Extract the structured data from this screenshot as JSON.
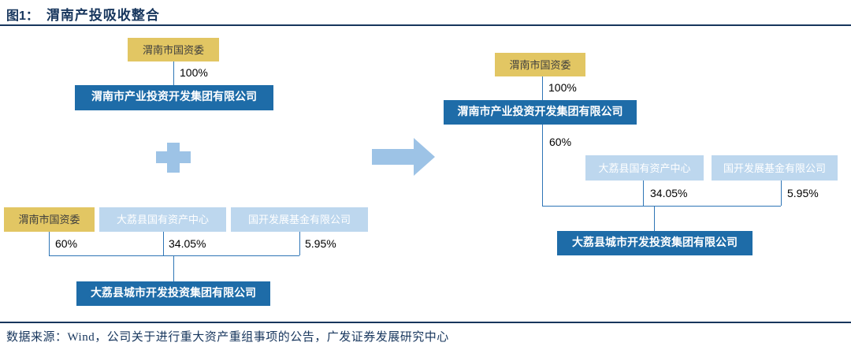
{
  "header": {
    "figure_label": "图1：",
    "figure_title": "渭南产投吸收整合"
  },
  "left_top_chart": {
    "parent": "渭南市国资委",
    "ownership": "100%",
    "child": "渭南市产业投资开发集团有限公司"
  },
  "left_bottom_chart": {
    "parents": [
      {
        "name": "渭南市国资委",
        "ownership": "60%"
      },
      {
        "name": "大荔县国有资产中心",
        "ownership": "34.05%"
      },
      {
        "name": "国开发展基金有限公司",
        "ownership": "5.95%"
      }
    ],
    "child": "大荔县城市开发投资集团有限公司"
  },
  "right_chart": {
    "root": "渭南市国资委",
    "root_ownership": "100%",
    "mid": "渭南市产业投资开发集团有限公司",
    "mid_ownership": "60%",
    "co_parents": [
      {
        "name": "大荔县国有资产中心",
        "ownership": "34.05%"
      },
      {
        "name": "国开发展基金有限公司",
        "ownership": "5.95%"
      }
    ],
    "child": "大荔县城市开发投资集团有限公司"
  },
  "footer": {
    "source": "数据来源：Wind，公司关于进行重大资产重组事项的公告，广发证券发展研究中心"
  },
  "colors": {
    "navy": "#17365D",
    "gold_box": "#E2C663",
    "dark_blue_box": "#1E6CA8",
    "light_blue_box": "#BDD7EE",
    "icon_blue": "#9DC3E6",
    "line_blue": "#2E75B6"
  }
}
